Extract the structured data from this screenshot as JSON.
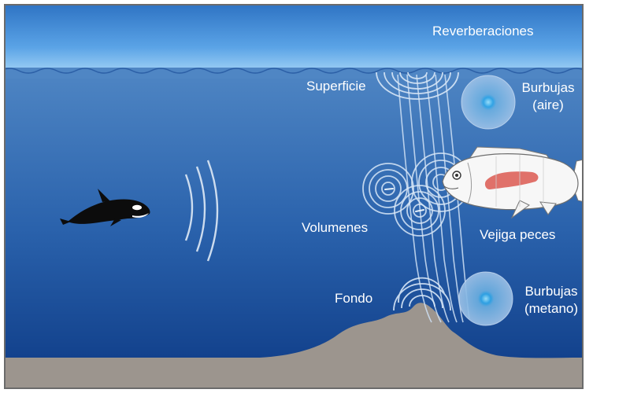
{
  "labels": {
    "reverberaciones": "Reverberaciones",
    "superficie": "Superficie",
    "volumenes": "Volumenes",
    "fondo": "Fondo",
    "burbujas_aire_1": "Burbujas",
    "burbujas_aire_2": "(aire)",
    "vejiga_peces": "Vejiga peces",
    "burbujas_metano_1": "Burbujas",
    "burbujas_metano_2": "(metano)"
  },
  "icons": {
    "orca": "orca-icon",
    "fish": "fish-icon",
    "bubble": "bubble-icon"
  },
  "colors": {
    "sky_top": "#2f74c4",
    "sky_bottom": "#9fd0f5",
    "ocean_top": "#4f86c4",
    "ocean_bottom": "#0d3a85",
    "seabed": "#9c958e",
    "swimbladder": "#e0716a"
  }
}
